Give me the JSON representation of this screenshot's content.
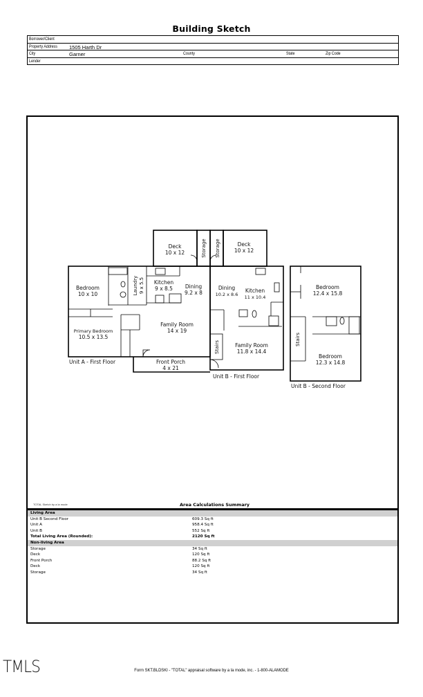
{
  "document": {
    "title": "Building Sketch",
    "header": {
      "borrower_label": "Borrower/Client",
      "borrower_value": "",
      "address_label": "Property Address",
      "address_value": "1505 Harth Dr",
      "city_label": "City",
      "city_value": "Garner",
      "county_label": "County",
      "county_value": "",
      "state_label": "State",
      "state_value": "",
      "zip_label": "Zip Code",
      "zip_value": "",
      "lender_label": "Lender",
      "lender_value": ""
    }
  },
  "sketch": {
    "unit_a": {
      "caption": "Unit A - First Floor",
      "rooms": [
        {
          "name": "Bedroom",
          "dims": "10 x 10"
        },
        {
          "name": "Primary Bedroom",
          "dims": "10.5 x 13.5"
        },
        {
          "name": "Laundry",
          "dims": "9 x 5.5"
        },
        {
          "name": "Kitchen",
          "dims": "9 x 8.5"
        },
        {
          "name": "Dining",
          "dims": "9.2 x 8"
        },
        {
          "name": "Family Room",
          "dims": "14 x 19"
        },
        {
          "name": "Front Porch",
          "dims": "4 x 21"
        },
        {
          "name": "Deck",
          "dims": "10 x 12"
        },
        {
          "name": "Storage",
          "dims": ""
        }
      ]
    },
    "unit_b_first": {
      "caption": "Unit B - First Floor",
      "rooms": [
        {
          "name": "Deck",
          "dims": "10 x 12"
        },
        {
          "name": "Storage",
          "dims": ""
        },
        {
          "name": "Dining",
          "dims": "10.2 x 8.6"
        },
        {
          "name": "Kitchen",
          "dims": "11 x 10.4"
        },
        {
          "name": "Family Room",
          "dims": "11.8 x 14.4"
        },
        {
          "name": "Stairs",
          "dims": ""
        }
      ]
    },
    "unit_b_second": {
      "caption": "Unit B - Second Floor",
      "rooms": [
        {
          "name": "Bedroom",
          "dims": "12.4 x 15.8"
        },
        {
          "name": "Bedroom",
          "dims": "12.3 x 14.8"
        },
        {
          "name": "Stairs",
          "dims": ""
        }
      ]
    }
  },
  "summary": {
    "software_note": "TOTAL Sketch by a la mode",
    "title": "Area Calculations Summary",
    "living_header": "Living Area",
    "living": [
      {
        "name": "Unit B Second Floor",
        "area": "609.3 Sq ft"
      },
      {
        "name": "Unit A",
        "area": "958.4 Sq ft"
      },
      {
        "name": "Unit B",
        "area": "552 Sq ft"
      }
    ],
    "total_label": "Total Living Area (Rounded):",
    "total_value": "2120 Sq ft",
    "nonliving_header": "Non-living Area",
    "nonliving": [
      {
        "name": "Storage",
        "area": "34 Sq ft"
      },
      {
        "name": "Deck",
        "area": "120 Sq ft"
      },
      {
        "name": "Front Porch",
        "area": "88.2 Sq ft"
      },
      {
        "name": "Deck",
        "area": "120 Sq ft"
      },
      {
        "name": "Storage",
        "area": "34 Sq ft"
      }
    ]
  },
  "footer": {
    "logo": "TMLS",
    "form_text": "Form SKT.BLDSKI - \"TOTAL\" appraisal software by a la mode, inc. - 1-800-ALAMODE"
  }
}
